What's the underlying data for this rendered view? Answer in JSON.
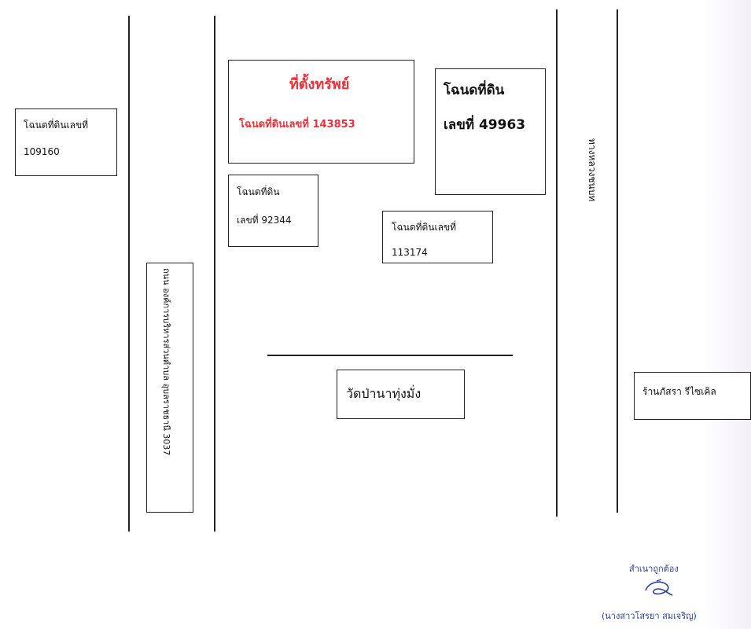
{
  "parcels": {
    "target_heading": "ที่ตั้งทรัพย์",
    "target_deed": "โฉนดที่ดินเลขที่ 143853",
    "deed_109160_line1": "โฉนดที่ดินเลขที่",
    "deed_109160_line2": "109160",
    "deed_49963_line1": "โฉนดที่ดิน",
    "deed_49963_line2": "เลขที่ 49963",
    "deed_92344_line1": "โฉนดที่ดิน",
    "deed_92344_line2": "เลขที่  92344",
    "deed_113174_line1": "โฉนดที่ดินเลขที่",
    "deed_113174_line2": "113174"
  },
  "landmarks": {
    "temple": "วัดป่านาทุ่งมั่ง",
    "shop": "ร้านภัสรา รีไซเคิล"
  },
  "roads": {
    "road_left": "ถนน องค์การบริหารส่วนตำบล อุบลราชธานี 3037",
    "road_right": "ทางหลวงชนบท"
  },
  "certification": {
    "label": "สำเนาถูกต้อง",
    "name": "(นางสาวโสรยา สมเจริญ)"
  },
  "colors": {
    "highlight": "#e8323c",
    "signature": "#2c3f9a"
  }
}
